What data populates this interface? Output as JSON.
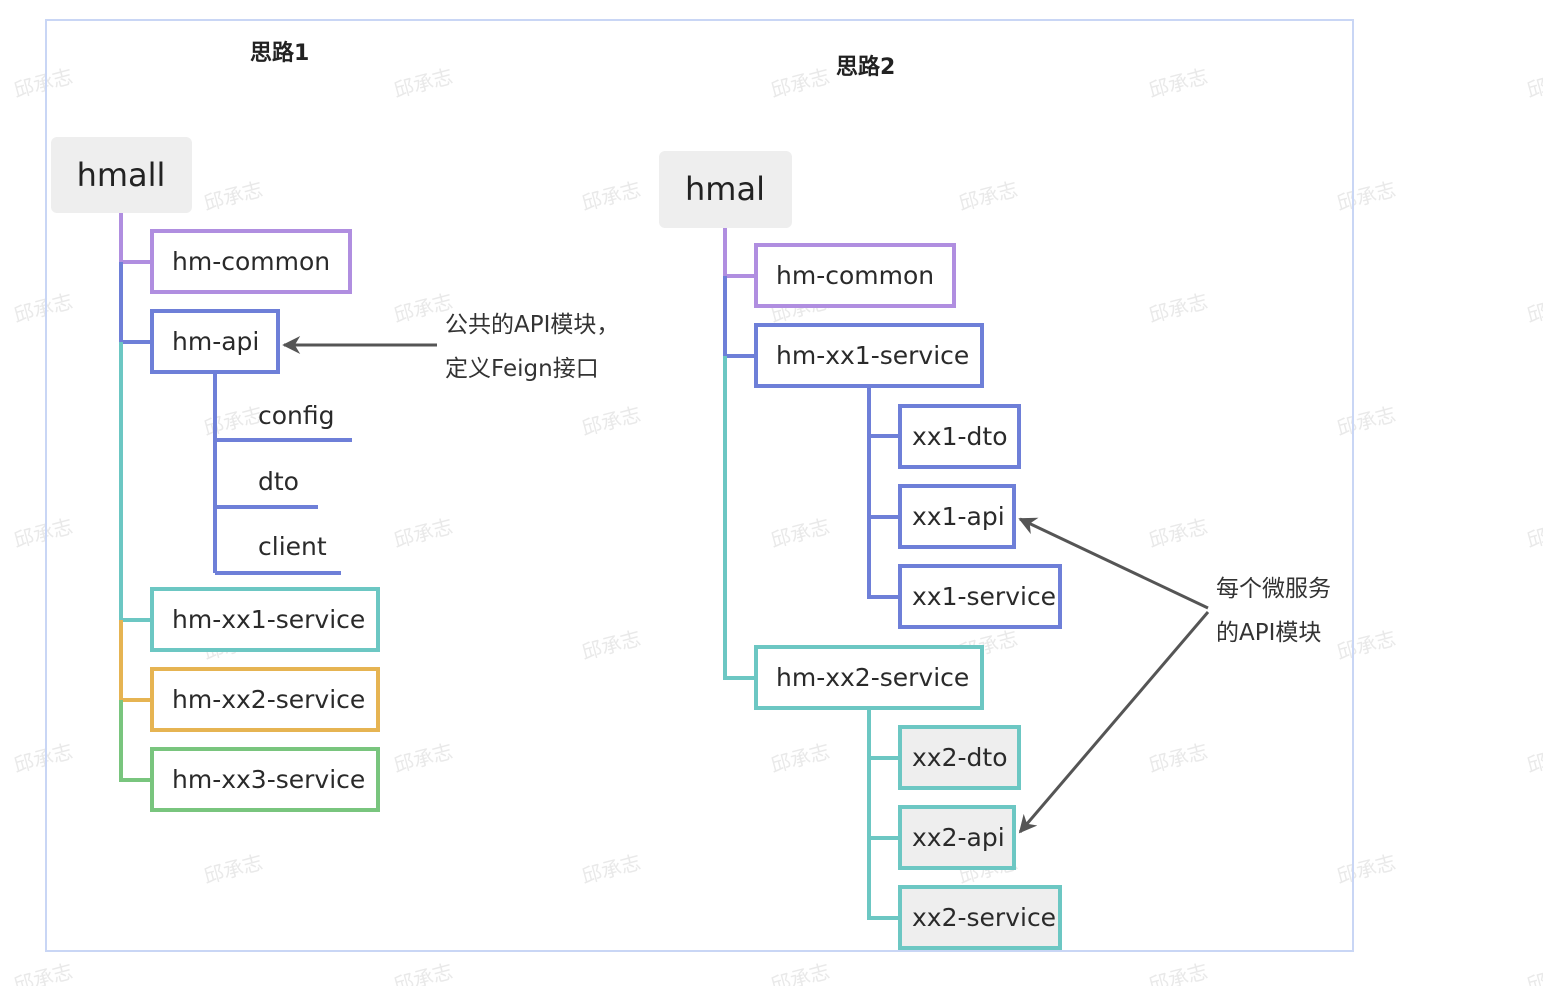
{
  "watermark": "邱承志",
  "colors": {
    "purple": "#b08ee0",
    "blue": "#6e7fd8",
    "teal": "#6cc7c3",
    "orange": "#e6b452",
    "green": "#79c57e",
    "root_fill": "#eeeeee",
    "box_fill": "#ffffff",
    "gray_fill": "#eeeeee",
    "arrow": "#555555"
  },
  "diagram1": {
    "title": "思路1",
    "root": "hmall",
    "nodes": {
      "common": "hm-common",
      "api": "hm-api",
      "config": "config",
      "dto": "dto",
      "client": "client",
      "xx1": "hm-xx1-service",
      "xx2": "hm-xx2-service",
      "xx3": "hm-xx3-service"
    },
    "note_lines": [
      "公共的API模块，",
      "定义Feign接口"
    ]
  },
  "diagram2": {
    "title": "思路2",
    "root": "hmal",
    "nodes": {
      "common": "hm-common",
      "xx1": "hm-xx1-service",
      "xx1_dto": "xx1-dto",
      "xx1_api": "xx1-api",
      "xx1_service": "xx1-service",
      "xx2": "hm-xx2-service",
      "xx2_dto": "xx2-dto",
      "xx2_api": "xx2-api",
      "xx2_service": "xx2-service"
    },
    "note_lines": [
      "每个微服务",
      "的API模块"
    ]
  }
}
